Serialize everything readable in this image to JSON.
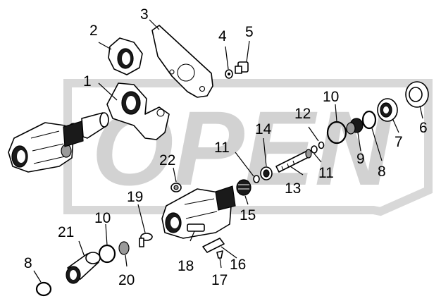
{
  "watermark": {
    "text": "OPEN",
    "color": "#d2d2d2"
  },
  "callouts": [
    {
      "id": "c1",
      "label": "1"
    },
    {
      "id": "c2",
      "label": "2"
    },
    {
      "id": "c3",
      "label": "3"
    },
    {
      "id": "c4",
      "label": "4"
    },
    {
      "id": "c5",
      "label": "5"
    },
    {
      "id": "c6",
      "label": "6"
    },
    {
      "id": "c7",
      "label": "7"
    },
    {
      "id": "c8a",
      "label": "8"
    },
    {
      "id": "c8b",
      "label": "8"
    },
    {
      "id": "c9",
      "label": "9"
    },
    {
      "id": "c10a",
      "label": "10"
    },
    {
      "id": "c10b",
      "label": "10"
    },
    {
      "id": "c11a",
      "label": "11"
    },
    {
      "id": "c11b",
      "label": "11"
    },
    {
      "id": "c12",
      "label": "12"
    },
    {
      "id": "c13",
      "label": "13"
    },
    {
      "id": "c14",
      "label": "14"
    },
    {
      "id": "c15",
      "label": "15"
    },
    {
      "id": "c16",
      "label": "16"
    },
    {
      "id": "c17",
      "label": "17"
    },
    {
      "id": "c18",
      "label": "18"
    },
    {
      "id": "c19",
      "label": "19"
    },
    {
      "id": "c20",
      "label": "20"
    },
    {
      "id": "c21",
      "label": "21"
    },
    {
      "id": "c22",
      "label": "22"
    }
  ]
}
